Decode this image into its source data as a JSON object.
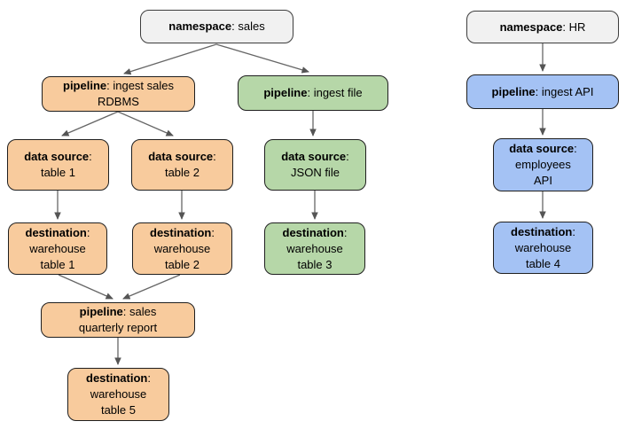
{
  "diagram": {
    "description": "Data pipeline lineage diagram with two namespaces",
    "colors": {
      "namespace_fill": "#f1f1f1",
      "sales_family_fill": "#f8cb9d",
      "file_family_fill": "#b6d7a8",
      "hr_family_fill": "#a4c2f4",
      "node_border": "#1f1f1f",
      "arrow": "#666666"
    },
    "nodes": [
      {
        "id": "ns-sales",
        "theme": "gray",
        "label": "namespace",
        "text": ": sales"
      },
      {
        "id": "p-rdbms",
        "theme": "orange",
        "label": "pipeline",
        "text": ": ingest sales\nRDBMS"
      },
      {
        "id": "p-file",
        "theme": "green",
        "label": "pipeline",
        "text": ": ingest file"
      },
      {
        "id": "ds-t1",
        "theme": "orange",
        "label": "data source",
        "text": ":\ntable 1"
      },
      {
        "id": "ds-t2",
        "theme": "orange",
        "label": "data source",
        "text": ":\ntable 2"
      },
      {
        "id": "ds-json",
        "theme": "green",
        "label": "data source",
        "text": ":\nJSON file"
      },
      {
        "id": "d-w1",
        "theme": "orange",
        "label": "destination",
        "text": ":\nwarehouse\ntable 1"
      },
      {
        "id": "d-w2",
        "theme": "orange",
        "label": "destination",
        "text": ":\nwarehouse\ntable 2"
      },
      {
        "id": "d-w3",
        "theme": "green",
        "label": "destination",
        "text": ":\nwarehouse\ntable 3"
      },
      {
        "id": "p-report",
        "theme": "orange",
        "label": "pipeline",
        "text": ": sales\nquarterly report"
      },
      {
        "id": "d-w5",
        "theme": "orange",
        "label": "destination",
        "text": ":\nwarehouse\ntable 5"
      },
      {
        "id": "ns-hr",
        "theme": "gray",
        "label": "namespace",
        "text": ": HR"
      },
      {
        "id": "p-api",
        "theme": "blue",
        "label": "pipeline",
        "text": ": ingest API"
      },
      {
        "id": "ds-api",
        "theme": "blue",
        "label": "data source",
        "text": ":\nemployees\nAPI"
      },
      {
        "id": "d-w4",
        "theme": "blue",
        "label": "destination",
        "text": ":\nwarehouse\ntable 4"
      }
    ],
    "edges": [
      {
        "from": "ns-sales",
        "to": "p-rdbms"
      },
      {
        "from": "ns-sales",
        "to": "p-file"
      },
      {
        "from": "p-rdbms",
        "to": "ds-t1"
      },
      {
        "from": "p-rdbms",
        "to": "ds-t2"
      },
      {
        "from": "ds-t1",
        "to": "d-w1"
      },
      {
        "from": "ds-t2",
        "to": "d-w2"
      },
      {
        "from": "d-w1",
        "to": "p-report"
      },
      {
        "from": "d-w2",
        "to": "p-report"
      },
      {
        "from": "p-report",
        "to": "d-w5"
      },
      {
        "from": "p-file",
        "to": "ds-json"
      },
      {
        "from": "ds-json",
        "to": "d-w3"
      },
      {
        "from": "ns-hr",
        "to": "p-api"
      },
      {
        "from": "p-api",
        "to": "ds-api"
      },
      {
        "from": "ds-api",
        "to": "d-w4"
      }
    ]
  }
}
